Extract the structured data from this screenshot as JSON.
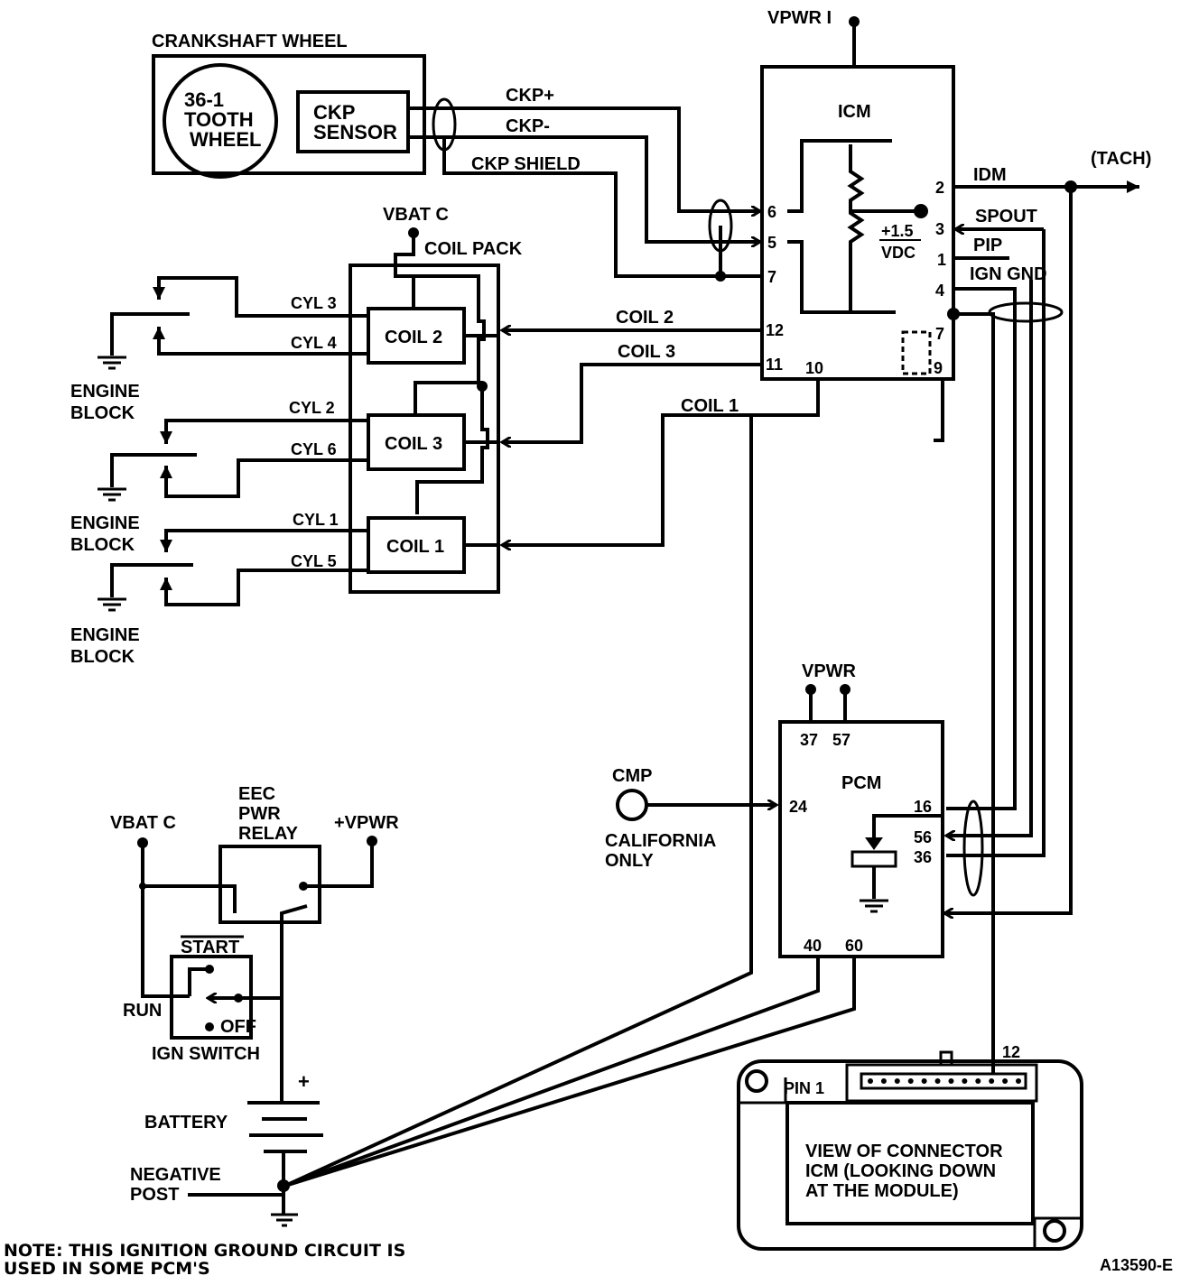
{
  "crankshaft": {
    "title": "CRANKSHAFT WHEEL",
    "wheel_lines": [
      "36-1",
      "TOOTH",
      "WHEEL"
    ],
    "sensor_lines": [
      "CKP",
      "SENSOR"
    ],
    "signals": {
      "plus": "CKP+",
      "minus": "CKP-",
      "shield": "CKP SHIELD"
    }
  },
  "icm": {
    "title": "ICM",
    "supply": "VPWR I",
    "bias": [
      "+1.5",
      "VDC"
    ],
    "pins_left": [
      "6",
      "5",
      "7",
      "12",
      "11"
    ],
    "pins_bottom": [
      "10"
    ],
    "pins_right": [
      "2",
      "3",
      "1",
      "4",
      "7",
      "9"
    ],
    "outputs": {
      "idm": "IDM",
      "tach": "(TACH)",
      "spout": "SPOUT",
      "pip": "PIP",
      "ign_gnd": "IGN GND"
    }
  },
  "coil_pack": {
    "title": "COIL PACK",
    "supply": "VBAT C",
    "coils": [
      "COIL 2",
      "COIL 3",
      "COIL 1"
    ],
    "cylinders": [
      "CYL 3",
      "CYL 4",
      "CYL 2",
      "CYL 6",
      "CYL 1",
      "CYL 5"
    ],
    "driver_labels": [
      "COIL 2",
      "COIL 3",
      "COIL 1"
    ],
    "ground_label": [
      "ENGINE",
      "BLOCK"
    ]
  },
  "pcm": {
    "title": "PCM",
    "supply": "VPWR",
    "pins_top": [
      "37",
      "57"
    ],
    "pins_left": [
      "24"
    ],
    "pins_right": [
      "16",
      "56",
      "36"
    ],
    "pins_bottom": [
      "40",
      "60"
    ],
    "cmp": {
      "label": "CMP",
      "note": [
        "CALIFORNIA",
        "ONLY"
      ]
    }
  },
  "power": {
    "vbat": "VBAT C",
    "relay": [
      "EEC",
      "PWR",
      "RELAY"
    ],
    "vpwr": "+VPWR",
    "switch": {
      "start": "START",
      "run": "RUN",
      "off": "OFF",
      "name": "IGN SWITCH"
    },
    "battery": "BATTERY",
    "plus": "+",
    "negative": [
      "NEGATIVE",
      "POST"
    ]
  },
  "connector": {
    "pin1": "PIN 1",
    "pin12": "12",
    "pin_count": 12,
    "caption": [
      "VIEW OF CONNECTOR",
      "ICM (LOOKING DOWN",
      "AT THE MODULE)"
    ]
  },
  "footer": {
    "note": [
      "NOTE: THIS IGNITION GROUND CIRCUIT IS",
      "USED IN SOME PCM'S"
    ],
    "figure_id": "A13590-E"
  }
}
